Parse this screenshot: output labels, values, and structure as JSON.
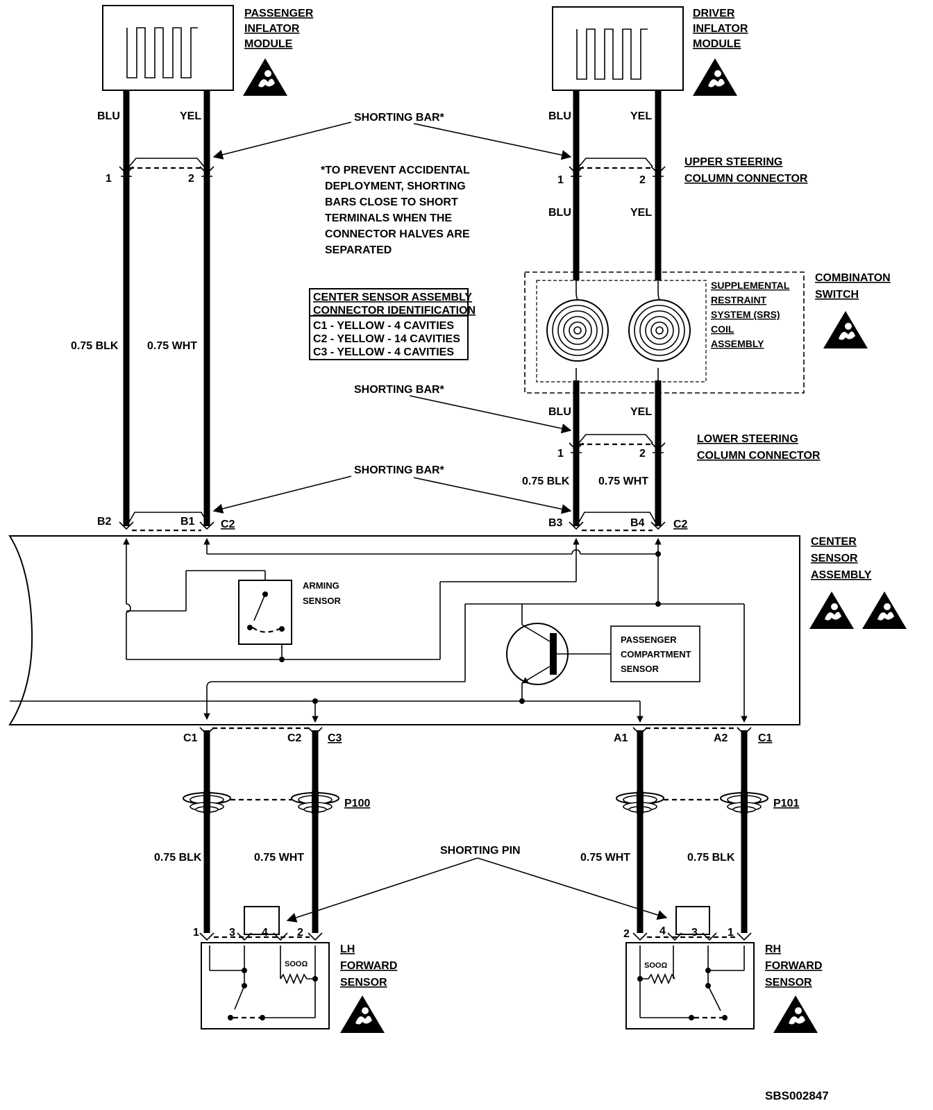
{
  "passenger_module": {
    "line1": "PASSENGER",
    "line2": "INFLATOR",
    "line3": "MODULE"
  },
  "driver_module": {
    "line1": "DRIVER",
    "line2": "INFLATOR",
    "line3": "MODULE"
  },
  "wire_colors": {
    "blu": "BLU",
    "yel": "YEL",
    "blk": "0.75 BLK",
    "wht": "0.75 WHT"
  },
  "shorting_bar": "SHORTING BAR*",
  "shorting_pin": "SHORTING PIN",
  "note": [
    "*TO PREVENT ACCIDENTAL",
    "DEPLOYMENT, SHORTING",
    "BARS CLOSE TO SHORT",
    "TERMINALS WHEN THE",
    "CONNECTOR HALVES ARE",
    "SEPARATED"
  ],
  "upper_connector": {
    "line1": "UPPER STEERING",
    "line2": "COLUMN CONNECTOR"
  },
  "lower_connector": {
    "line1": "LOWER STEERING",
    "line2": "COLUMN CONNECTOR"
  },
  "combination_switch": {
    "line1": "COMBINATON",
    "line2": "SWITCH"
  },
  "srs_coil": {
    "line1": "SUPPLEMENTAL",
    "line2": "RESTRAINT",
    "line3": "SYSTEM (SRS)",
    "line4": "COIL",
    "line5": "ASSEMBLY"
  },
  "id_table": {
    "title1": "CENTER SENSOR ASSEMBLY",
    "title2": "CONNECTOR IDENTIFICATION",
    "rows": [
      "C1 - YELLOW - 4 CAVITIES",
      "C2 - YELLOW - 14 CAVITIES",
      "C3 - YELLOW - 4 CAVITIES"
    ]
  },
  "center_sensor": {
    "line1": "CENTER",
    "line2": "SENSOR",
    "line3": "ASSEMBLY"
  },
  "arming_sensor": {
    "line1": "ARMING",
    "line2": "SENSOR"
  },
  "passenger_compartment_sensor": {
    "line1": "PASSENGER",
    "line2": "COMPARTMENT",
    "line3": "SENSOR"
  },
  "pins": {
    "p1": "1",
    "p2": "2",
    "p3": "3",
    "p4": "4",
    "b1": "B1",
    "b2": "B2",
    "b3": "B3",
    "b4": "B4",
    "c1": "C1",
    "c2": "C2",
    "c3": "C3",
    "a1": "A1",
    "a2": "A2"
  },
  "grommets": {
    "p100": "P100",
    "p101": "P101"
  },
  "lh_sensor": {
    "line1": "LH",
    "line2": "FORWARD",
    "line3": "SENSOR"
  },
  "rh_sensor": {
    "line1": "RH",
    "line2": "FORWARD",
    "line3": "SENSOR"
  },
  "resistor": "SOOΩ",
  "figure_id": "SBS002847"
}
